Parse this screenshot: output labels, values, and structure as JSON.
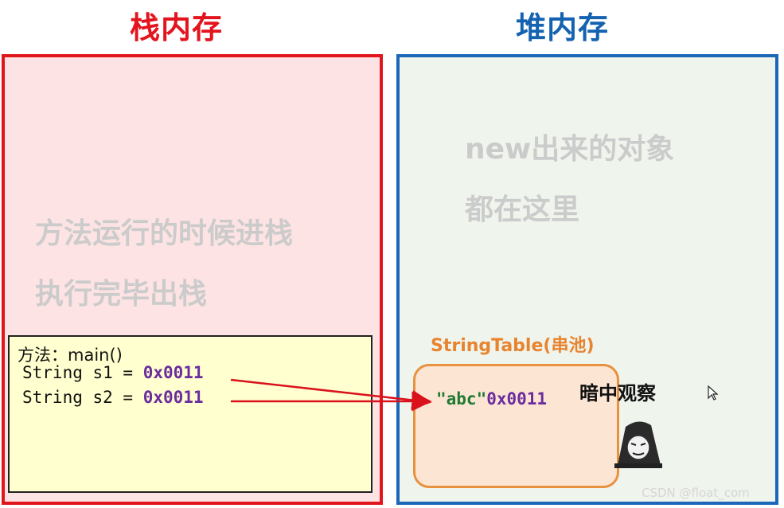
{
  "stack": {
    "title": "栈内存",
    "note_line1": "方法运行的时候进栈",
    "note_line2": "执行完毕出栈",
    "frame": {
      "label": "方法：main()",
      "lines": [
        {
          "code": "String s1 = ",
          "address": "0x0011"
        },
        {
          "code": "String s2 = ",
          "address": "0x0011"
        }
      ]
    }
  },
  "heap": {
    "title": "堆内存",
    "note_line1": "new出来的对象",
    "note_line2": "都在这里",
    "string_table": {
      "label": "StringTable(串池)",
      "entry_value": "\"abc\"",
      "entry_address": "0x0011"
    },
    "observer_text": "暗中观察"
  },
  "watermark": "CSDN @float_com",
  "colors": {
    "stack_border": "#e0161c",
    "heap_border": "#1b68b8",
    "arrow": "#d9121b",
    "address": "#6b2d9e",
    "string_value": "#1f7a32",
    "pool_border": "#e8913f"
  },
  "icons": [
    "observer-meme-face-icon",
    "mouse-cursor-icon"
  ]
}
